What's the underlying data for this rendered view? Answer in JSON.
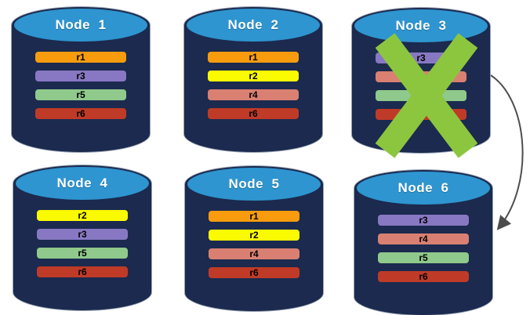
{
  "diagram": {
    "background": "#ffffff",
    "cylinder_body_color": "#1B2A4E",
    "cylinder_top_color": "#2E95D0",
    "title_color": "#ffffff",
    "bar_text_color": "#000000",
    "failure_x_color": "#8CC63E",
    "arrow_color": "#4d4d4d"
  },
  "replica_colors": {
    "r1": "#F89C0E",
    "r2": "#FBFB00",
    "r3": "#8878C3",
    "r4": "#D98073",
    "r5": "#8FC98B",
    "r6": "#BF3B27"
  },
  "nodes": [
    {
      "title": "Node  1",
      "failed": false,
      "bars": [
        {
          "label": "r1",
          "color": "#F89C0E"
        },
        {
          "label": "r3",
          "color": "#8878C3"
        },
        {
          "label": "r5",
          "color": "#8FC98B"
        },
        {
          "label": "r6",
          "color": "#BF3B27"
        }
      ]
    },
    {
      "title": "Node  2",
      "failed": false,
      "bars": [
        {
          "label": "r1",
          "color": "#F89C0E"
        },
        {
          "label": "r2",
          "color": "#FBFB00"
        },
        {
          "label": "r4",
          "color": "#D98073"
        },
        {
          "label": "r6",
          "color": "#BF3B27"
        }
      ]
    },
    {
      "title": "Node  3",
      "failed": true,
      "bars": [
        {
          "label": "r3",
          "color": "#8878C3"
        },
        {
          "label": "",
          "color": "#D98073"
        },
        {
          "label": "",
          "color": "#8FC98B"
        },
        {
          "label": "",
          "color": "#BF3B27"
        }
      ]
    },
    {
      "title": "Node  4",
      "failed": false,
      "bars": [
        {
          "label": "r2",
          "color": "#FBFB00"
        },
        {
          "label": "r3",
          "color": "#8878C3"
        },
        {
          "label": "r5",
          "color": "#8FC98B"
        },
        {
          "label": "r6",
          "color": "#BF3B27"
        }
      ]
    },
    {
      "title": "Node  5",
      "failed": false,
      "bars": [
        {
          "label": "r1",
          "color": "#F89C0E"
        },
        {
          "label": "r2",
          "color": "#FBFB00"
        },
        {
          "label": "r4",
          "color": "#D98073"
        },
        {
          "label": "r6",
          "color": "#BF3B27"
        }
      ]
    },
    {
      "title": "Node  6",
      "failed": false,
      "bars": [
        {
          "label": "r3",
          "color": "#8878C3"
        },
        {
          "label": "r4",
          "color": "#D98073"
        },
        {
          "label": "r5",
          "color": "#8FC98B"
        },
        {
          "label": "r6",
          "color": "#BF3B27"
        }
      ]
    }
  ],
  "arrow": {
    "from": "Node 3",
    "to": "Node 6"
  }
}
